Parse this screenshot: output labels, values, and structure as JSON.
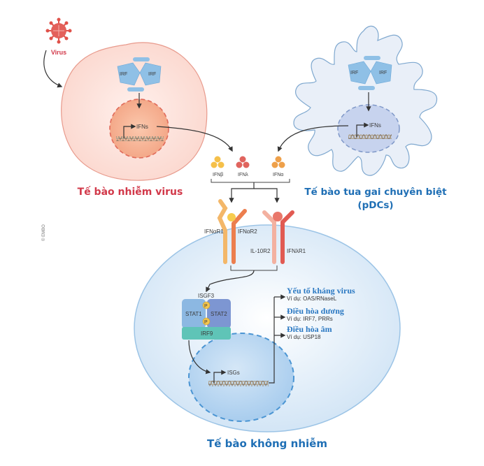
{
  "virus": {
    "label": "Virus"
  },
  "infected_cell": {
    "title": "Tế bào nhiễm virus",
    "irf_labels": [
      "IRF",
      "IRF"
    ],
    "gene_label": "IFNs"
  },
  "pdc_cell": {
    "title_line1": "Tế bào tua gai chuyên biệt",
    "title_line2": "(pDCs)",
    "irf_labels": [
      "IRF",
      "IRF"
    ],
    "gene_label": "IFNs"
  },
  "interferons": [
    {
      "label": "IFNβ",
      "color": "#f5c04a"
    },
    {
      "label": "IFNλ",
      "color": "#e0645e"
    },
    {
      "label": "IFNα",
      "color": "#eea04a"
    }
  ],
  "receptors": {
    "left": {
      "chain1": "IFNαR1",
      "chain2": "IFNαR2"
    },
    "right": {
      "chain1": "IL-10R2",
      "chain2": "IFNλR1"
    }
  },
  "uninfected_cell": {
    "title": "Tế bào không nhiễm",
    "complex_label": "ISGF3",
    "stat1": "STAT1",
    "stat2": "STAT2",
    "irf9": "IRF9",
    "phospho": "P",
    "gene_label": "ISGs"
  },
  "isg_outputs": [
    {
      "heading": "Yếu tố kháng virus",
      "example": "Ví dụ: OAS/RNaseL"
    },
    {
      "heading": "Điều hòa dương",
      "example": "Ví dụ: IRF7, PRRs"
    },
    {
      "heading": "Điều hòa âm",
      "example": "Ví dụ: USP18"
    }
  ],
  "copyright": "© EMBO",
  "colors": {
    "infected_cell_fill": "#fde3dc",
    "infected_nucleus_fill": "#f7b394",
    "pdc_fill": "#e6edf7",
    "pdc_nucleus_fill": "#c5d1ec",
    "uninfected_fill": "#dcebf8",
    "uninfected_nucleus_fill": "#b8d6f0",
    "irf_fill": "#8fc0e6",
    "stat1_fill": "#8cb8e2",
    "stat2_fill": "#7d96d2",
    "irf9_fill": "#5fc4b7"
  }
}
